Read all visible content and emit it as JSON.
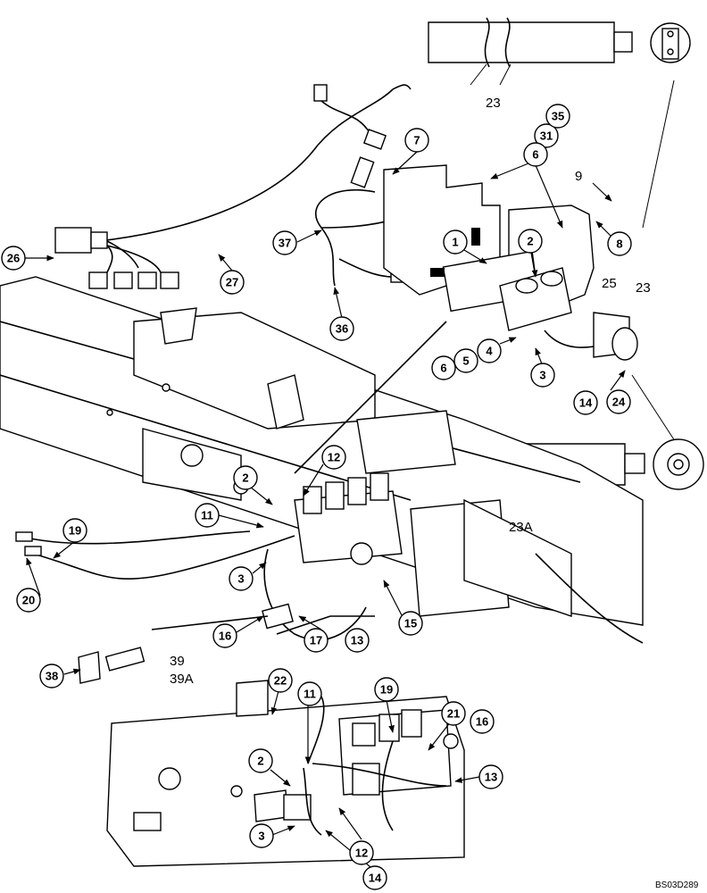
{
  "figure_ref": "BS03D289",
  "callouts": [
    "26",
    "27",
    "37",
    "36",
    "7",
    "31",
    "35",
    "6",
    "1",
    "2",
    "9",
    "8",
    "25",
    "23",
    "3",
    "4",
    "5",
    "6",
    "14",
    "24",
    "12",
    "2",
    "11",
    "19",
    "3",
    "20",
    "16",
    "17",
    "13",
    "15",
    "38",
    "22",
    "11",
    "19",
    "21",
    "16",
    "2",
    "13",
    "3",
    "12",
    "14"
  ],
  "labels": [
    "23",
    "23A",
    "39",
    "39A"
  ]
}
